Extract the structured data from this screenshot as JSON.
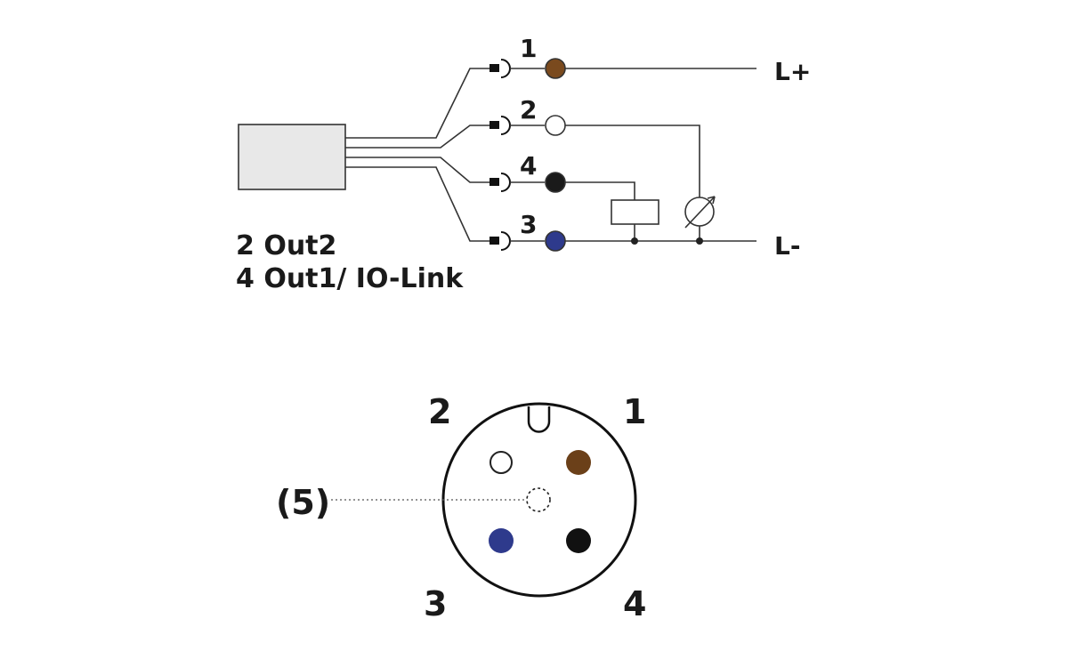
{
  "wiring": {
    "pins": [
      {
        "id": "1",
        "label": "1",
        "color": "#7a4a1e"
      },
      {
        "id": "2",
        "label": "2",
        "color": "#ffffff"
      },
      {
        "id": "4",
        "label": "4",
        "color": "#1a1a1a"
      },
      {
        "id": "3",
        "label": "3",
        "color": "#2e3a8c"
      }
    ],
    "supply_positive": "L+",
    "supply_negative": "L-",
    "legend": [
      "2 Out2",
      "4 Out1/ IO-Link"
    ]
  },
  "connector": {
    "pin_labels": {
      "p1": "1",
      "p2": "2",
      "p3": "3",
      "p4": "4"
    },
    "center_pin_label": "(5)",
    "pin_colors": {
      "p1": "#6b4019",
      "p2": "#ffffff",
      "p3": "#2e3a8c",
      "p4": "#111111"
    }
  }
}
